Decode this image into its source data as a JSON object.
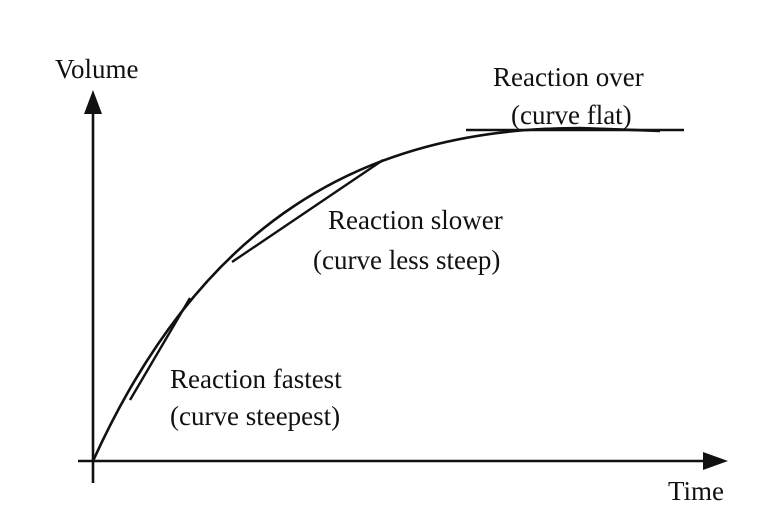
{
  "axes": {
    "y_label": "Volume",
    "x_label": "Time"
  },
  "annotations": {
    "fast": {
      "line1": "Reaction fastest",
      "line2": "(curve steepest)"
    },
    "slower": {
      "line1": "Reaction slower",
      "line2": "(curve less steep)"
    },
    "over": {
      "line1": "Reaction over",
      "line2": "(curve flat)"
    }
  },
  "colors": {
    "ink": "#111111",
    "background": "#ffffff"
  }
}
